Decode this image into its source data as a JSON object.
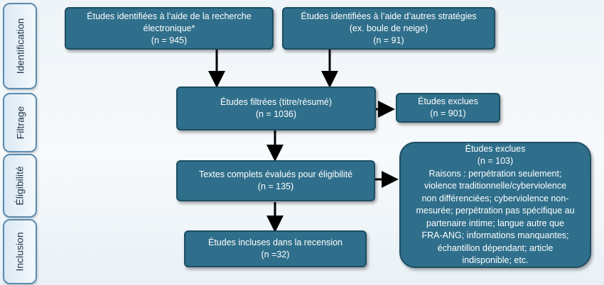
{
  "phases": [
    {
      "label": "Identification"
    },
    {
      "label": "Filtrage"
    },
    {
      "label": "Éligibilité"
    },
    {
      "label": "Inclusion"
    }
  ],
  "boxes": {
    "electronic": {
      "line1": "Études identifiées à l’aide de la recherche",
      "line2": "électronique*",
      "count": "(n = 945)"
    },
    "other": {
      "line1": "Études identifiées à l’aide d’autres stratégies",
      "line2": "(ex. boule de neige)",
      "count": "(n = 91)"
    },
    "screened": {
      "line1": "Études filtrées (titre/résumé)",
      "count": "(n = 1036)"
    },
    "excluded1": {
      "line1": "Études exclues",
      "count": "(n = 901)"
    },
    "fulltext": {
      "line1": "Textes complets évalués pour éligibilité",
      "count": "(n = 135)"
    },
    "excluded2": {
      "title": "Études exclues",
      "count": "(n = 103)",
      "reasons": [
        "Raisons : perpétration seulement;",
        "violence traditionnelle/cyberviolence",
        "non différenciées; cyberviolence non-",
        "mesurée; perpétration pas spécifique au",
        "partenaire intime; langue autre que",
        "FRA-ANG; informations manquantes;",
        "échantillon dépendant; article",
        "indisponible; etc."
      ]
    },
    "included": {
      "line1": "Études incluses dans la recension",
      "count": "(n =32)"
    }
  }
}
